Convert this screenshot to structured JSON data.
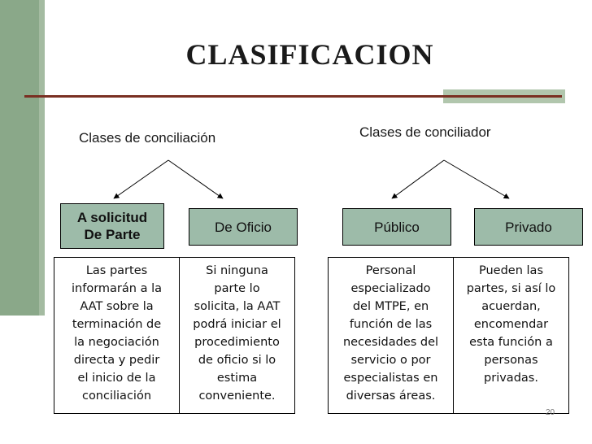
{
  "title": "CLASIFICACION",
  "left": {
    "heading": "Clases de conciliación",
    "categories": [
      {
        "label": "A solicitud\nDe Parte",
        "description": "Las partes\ninformarán a la\nAAT sobre la\nterminación de\nla negociación\ndirecta y pedir\nel inicio de la\nconciliación"
      },
      {
        "label": "De Oficio",
        "description": "Si ninguna\nparte lo\nsolicita, la AAT\npodrá iniciar el\nprocedimiento\nde oficio si lo\nestima\nconveniente."
      }
    ]
  },
  "right": {
    "heading": "Clases de conciliador",
    "categories": [
      {
        "label": "Público",
        "description": "Personal\nespecializado\ndel MTPE, en\nfunción de las\nnecesidades del\nservicio o por\nespecialistas en\ndiversas áreas."
      },
      {
        "label": "Privado",
        "description": "Pueden las\npartes, si así lo\nacuerdan,\nencomendar\nesta función a\npersonas\nprivadas."
      }
    ]
  },
  "page_number": "20",
  "colors": {
    "sidebar": "#8aa889",
    "sidebar_strip": "#a4bba1",
    "rule": "#7a2f22",
    "rule_accent": "#b1c6ad",
    "category_fill": "#9dbba9"
  }
}
